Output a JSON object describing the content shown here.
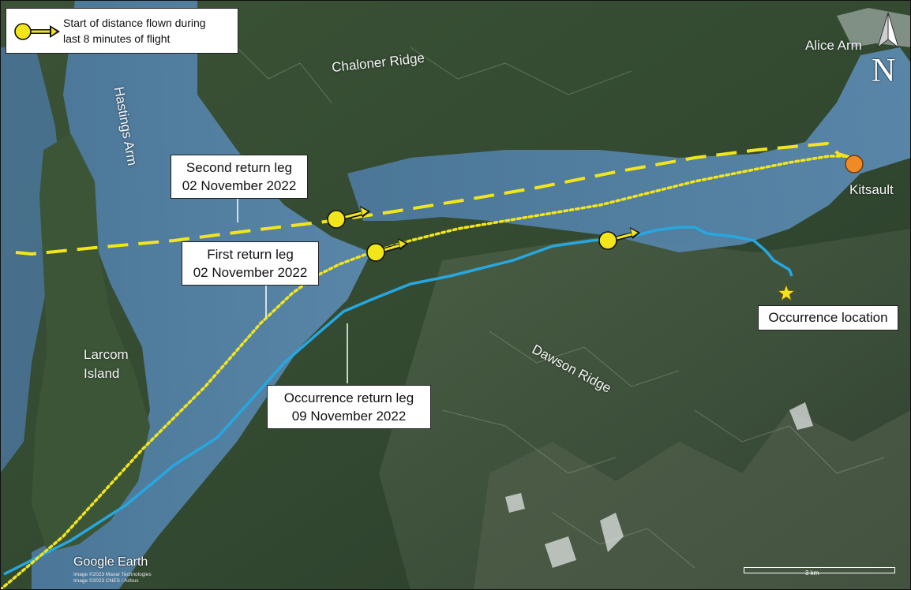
{
  "legend": {
    "text_line1": "Start of distance flown during",
    "text_line2": "last 8 minutes of flight",
    "icon": "yellow-dot-arrow-icon"
  },
  "place_labels": {
    "chaloner_ridge": "Chaloner Ridge",
    "hastings_arm": "Hastings Arm",
    "alice_arm": "Alice Arm",
    "kitsault": "Kitsault",
    "larcom_island_line1": "Larcom",
    "larcom_island_line2": "Island",
    "dawson_ridge": "Dawson Ridge"
  },
  "callouts": {
    "second_return_leg": {
      "line1": "Second return leg",
      "line2": "02 November 2022"
    },
    "first_return_leg": {
      "line1": "First return leg",
      "line2": "02 November 2022"
    },
    "occurrence_return_leg": {
      "line1": "Occurrence return leg",
      "line2": "09 November 2022"
    },
    "occurrence_location": "Occurrence location"
  },
  "north_arrow": {
    "letter": "N"
  },
  "attribution": {
    "logo": "Google Earth",
    "credit_line1": "Image ©2023 Maxar Technologies",
    "credit_line2": "Image ©2023 CNES / Airbus"
  },
  "scale": {
    "label": "3 km"
  },
  "colors": {
    "second_leg": "#f2e51a",
    "first_leg": "#f2e51a",
    "occurrence_leg": "#27a7e0",
    "kitsault_marker": "#f08a24",
    "occurrence_star": "#f7e21b",
    "water": "#4f7fa6"
  }
}
